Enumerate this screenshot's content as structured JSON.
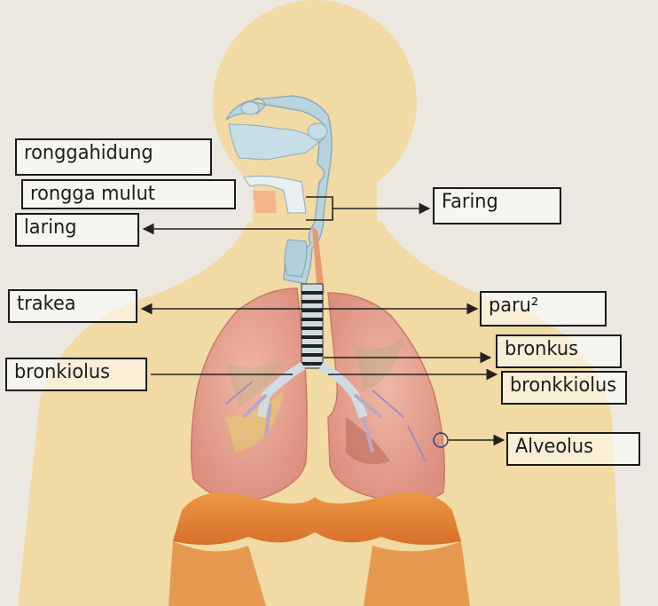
{
  "labels": {
    "rongga_hidung": "ronggahidung",
    "rongga_mulut": "rongga mulut",
    "laring": "laring",
    "faring": "Faring",
    "trakea": "trakea",
    "paru": "paru²",
    "bronkus": "bronkus",
    "bronkiolus": "bronkiolus",
    "bronkiolus_kiri": "bronkkiolus",
    "alveolus": "Alveolus"
  },
  "colors": {
    "background": "#e9e6e0",
    "body_skin": "#f3d99f",
    "airway": "#b9d3df",
    "lung": "#e9a595",
    "diaphragm": "#e58a3c",
    "arrow": "#222222"
  }
}
